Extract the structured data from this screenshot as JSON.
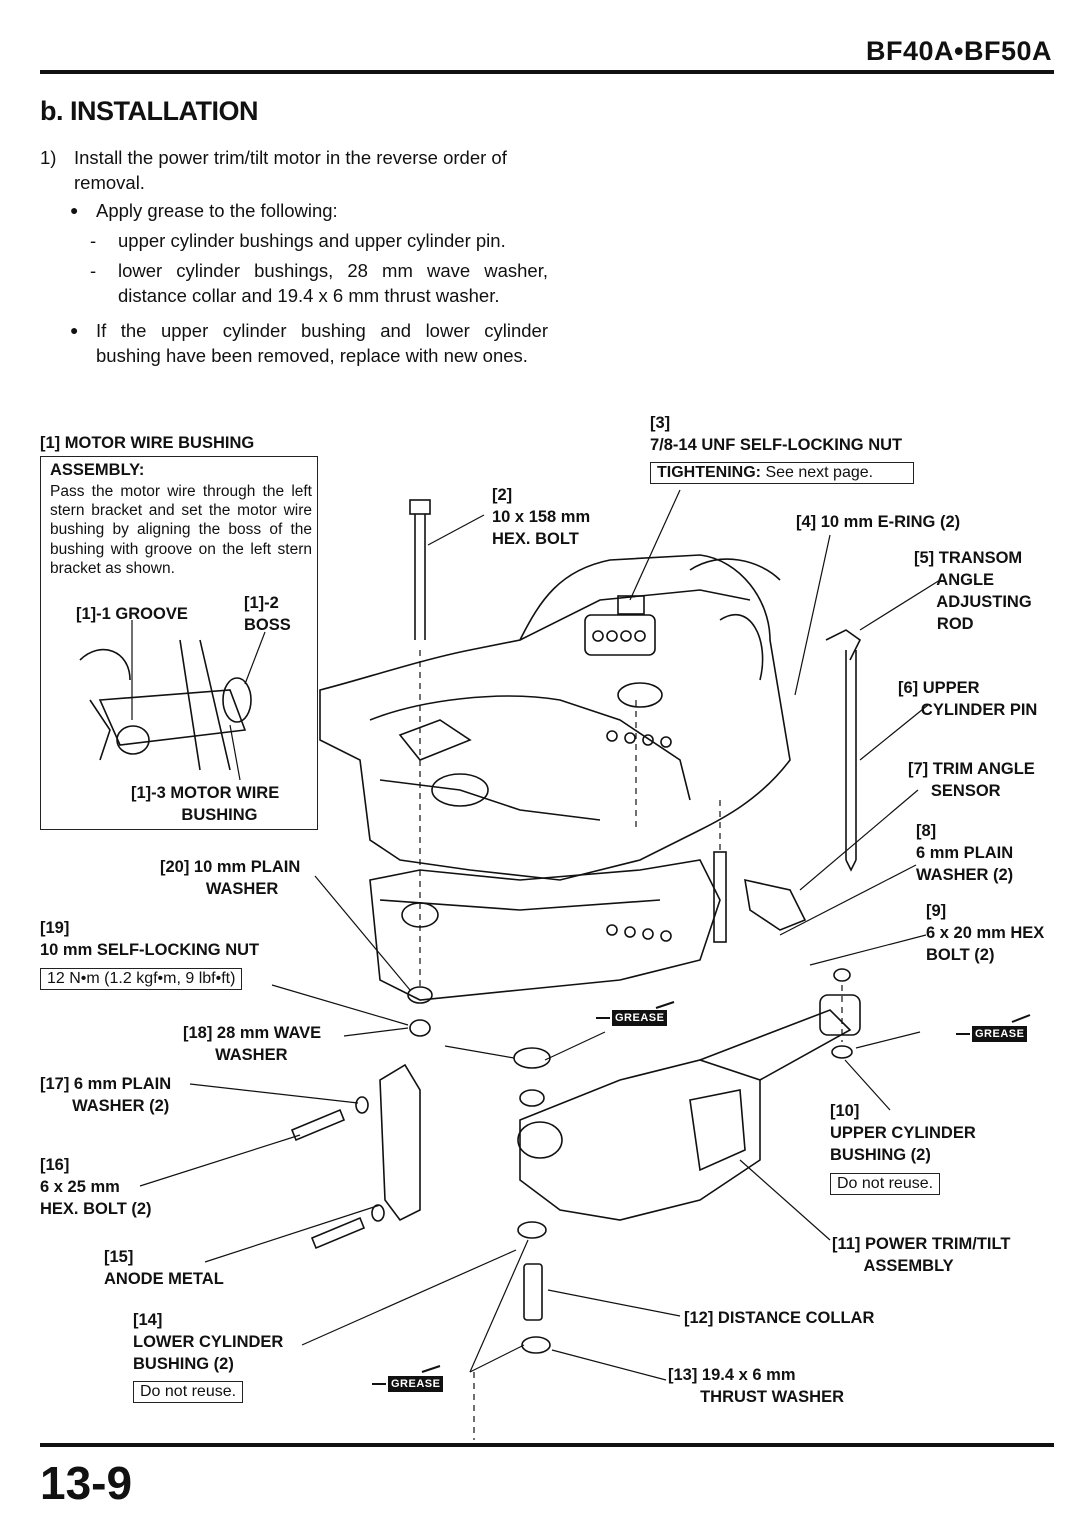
{
  "header": {
    "model": "BF40A•BF50A"
  },
  "section": {
    "title": "b. INSTALLATION"
  },
  "instructions": {
    "step1_num": "1)",
    "step1": "Install the power trim/tilt motor in the reverse order of removal.",
    "bullet1": "Apply grease to the following:",
    "dash1": "upper cylinder bushings and upper cylinder pin.",
    "dash2": "lower cylinder bushings, 28 mm wave washer, distance collar and 19.4 x 6 mm thrust washer.",
    "bullet2": "If the upper cylinder bushing and lower cylinder bushing have been removed, replace with new ones."
  },
  "assembly_box": {
    "title": "ASSEMBLY:",
    "text": "Pass the motor wire through the left stern bracket and set the motor wire bushing by aligning the boss of the bushing with groove on the left stern bracket as shown.",
    "groove": "[1]-1 GROOVE",
    "boss": "[1]-2\nBOSS",
    "motor_wire_bushing": "[1]-3 MOTOR WIRE\n           BUSHING"
  },
  "labels": {
    "l1": "[1] MOTOR WIRE BUSHING",
    "l2": "[2]\n10 x 158 mm\nHEX. BOLT",
    "l3": "[3]\n7/8-14 UNF SELF-LOCKING NUT",
    "l3_box_bold": "TIGHTENING:",
    "l3_box_text": " See next page.",
    "l4": "[4] 10 mm E-RING (2)",
    "l5": "[5] TRANSOM\n     ANGLE\n     ADJUSTING\n     ROD",
    "l6": "[6] UPPER\n     CYLINDER PIN",
    "l7": "[7] TRIM ANGLE\n     SENSOR",
    "l8": "[8]\n6 mm PLAIN\nWASHER (2)",
    "l9": "[9]\n6 x 20 mm HEX\nBOLT (2)",
    "l10": "[10]\nUPPER CYLINDER\nBUSHING (2)",
    "l10_box": "Do not reuse.",
    "l11": "[11] POWER TRIM/TILT\n       ASSEMBLY",
    "l12": "[12] DISTANCE COLLAR",
    "l13": "[13] 19.4 x 6 mm\n       THRUST WASHER",
    "l14": "[14]\nLOWER CYLINDER\nBUSHING (2)",
    "l14_box": "Do not reuse.",
    "l15": "[15]\nANODE METAL",
    "l16": "[16]\n6 x 25 mm\nHEX. BOLT (2)",
    "l17": "[17] 6 mm PLAIN\n       WASHER (2)",
    "l18": "[18] 28 mm WAVE\n       WASHER",
    "l19": "[19]\n10 mm SELF-LOCKING NUT",
    "l19_box": "12 N•m (1.2 kgf•m, 9 lbf•ft)",
    "l20": "[20] 10 mm PLAIN\n          WASHER"
  },
  "grease_label": "GREASE",
  "footer": {
    "page": "13-9"
  }
}
